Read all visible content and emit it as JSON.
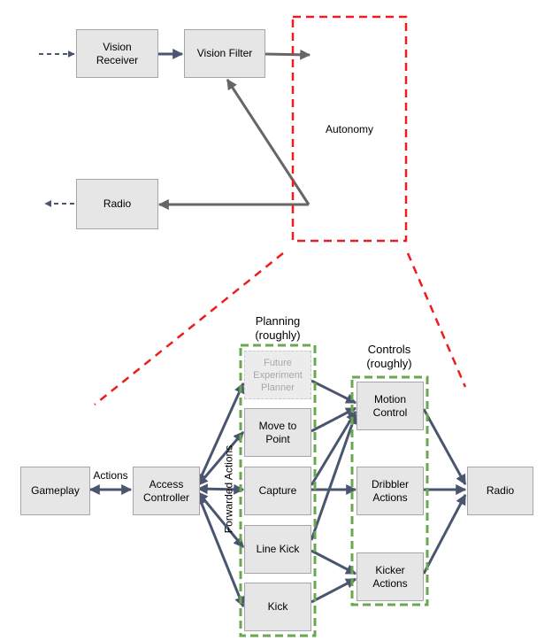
{
  "top": {
    "vision_receiver": "Vision\nReceiver",
    "vision_filter": "Vision Filter",
    "autonomy": "Autonomy",
    "radio": "Radio"
  },
  "bottom": {
    "gameplay": "Gameplay",
    "actions_label": "Actions",
    "access_controller": "Access\nController",
    "forwarded_actions_label": "Forwarded Actions",
    "planning_label": "Planning\n(roughly)",
    "controls_label": "Controls\n(roughly)",
    "planners": {
      "future": "Future\nExperiment\nPlanner",
      "move_to_point": "Move to\nPoint",
      "capture": "Capture",
      "line_kick": "Line Kick",
      "kick": "Kick"
    },
    "controls": {
      "motion": "Motion\nControl",
      "dribbler": "Dribbler\nActions",
      "kicker": "Kicker\nActions"
    },
    "radio": "Radio"
  },
  "colors": {
    "gray_arrow": "#666666",
    "blue_arrow": "#4a5670",
    "red_dashed": "#ee1c1c",
    "green_dashed": "#6aa84f",
    "box_fill": "#e6e6e6"
  }
}
